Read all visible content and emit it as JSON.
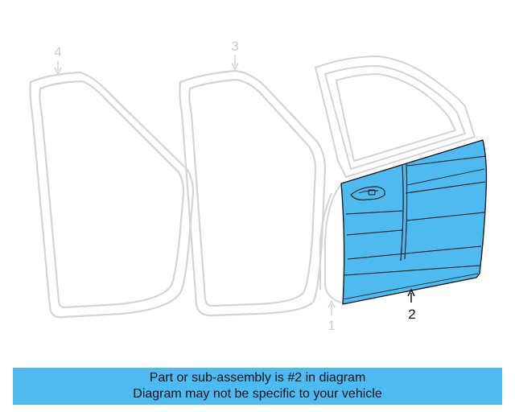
{
  "diagram": {
    "callouts": {
      "c1": "1",
      "c2": "2",
      "c3": "3",
      "c4": "4"
    },
    "colors": {
      "highlight": "#4dbaf0",
      "ghost": "#d4d4d4",
      "ink": "#111111"
    }
  },
  "banner": {
    "line1": "Part or sub-assembly is #2 in diagram",
    "line2": "Diagram may not be specific to your vehicle"
  }
}
